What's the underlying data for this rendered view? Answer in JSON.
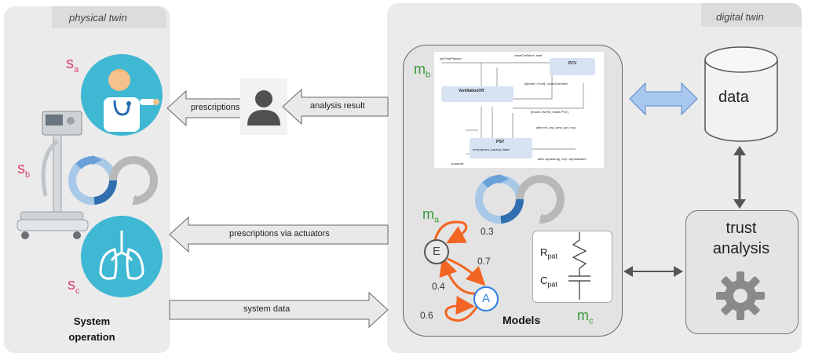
{
  "physical": {
    "title": "physical twin",
    "symbols": {
      "a": "s",
      "a_sub": "a",
      "b": "s",
      "b_sub": "b",
      "c": "s",
      "c_sub": "c"
    },
    "operation_label_line1": "System",
    "operation_label_line2": "operation"
  },
  "digital": {
    "title": "digital twin",
    "models_label": "Models",
    "symbols": {
      "mb": "m",
      "mb_sub": "b",
      "ma": "m",
      "ma_sub": "a",
      "mc": "m",
      "mc_sub": "c"
    },
    "data_label": "data",
    "trust_label_line1": "trust",
    "trust_label_line2": "analysis",
    "markov": {
      "state_e": "E",
      "state_a": "A",
      "p_ee": "0.3",
      "p_ea": "0.7",
      "p_ae": "0.4",
      "p_aa": "0.6"
    },
    "circuit": {
      "r": "R",
      "r_sub": "pat",
      "c": "C",
      "c_sub": "pat"
    },
    "statechart": {
      "ventilation_off": "VentilationOff",
      "pcv": "PCV",
      "psv": "PSV",
      "psv_entry": "entry/apnea_backup=false",
      "t1": "setTimePaused",
      "t2": "closeOutValve; start",
      "t3": "[apnea==True] / closeOutValve",
      "t4": "[mode==MVM_mode.PSV]",
      "t5": "after rr/r_exp_time_pcv; exp",
      "t6": "after /apneaLag, exp / apneaAlarm",
      "t7": "poweroff"
    }
  },
  "arrows": {
    "prescriptions": "prescriptions",
    "analysis_result": "analysis result",
    "prescriptions_actuators": "prescriptions via actuators",
    "system_data": "system data"
  },
  "colors": {
    "symbol_pink": "#d9456b",
    "model_green": "#3a9a3a",
    "markov_orange": "#f26522",
    "state_blue": "#2e7de0",
    "data_arrow_blue": "#a9c8f0"
  }
}
